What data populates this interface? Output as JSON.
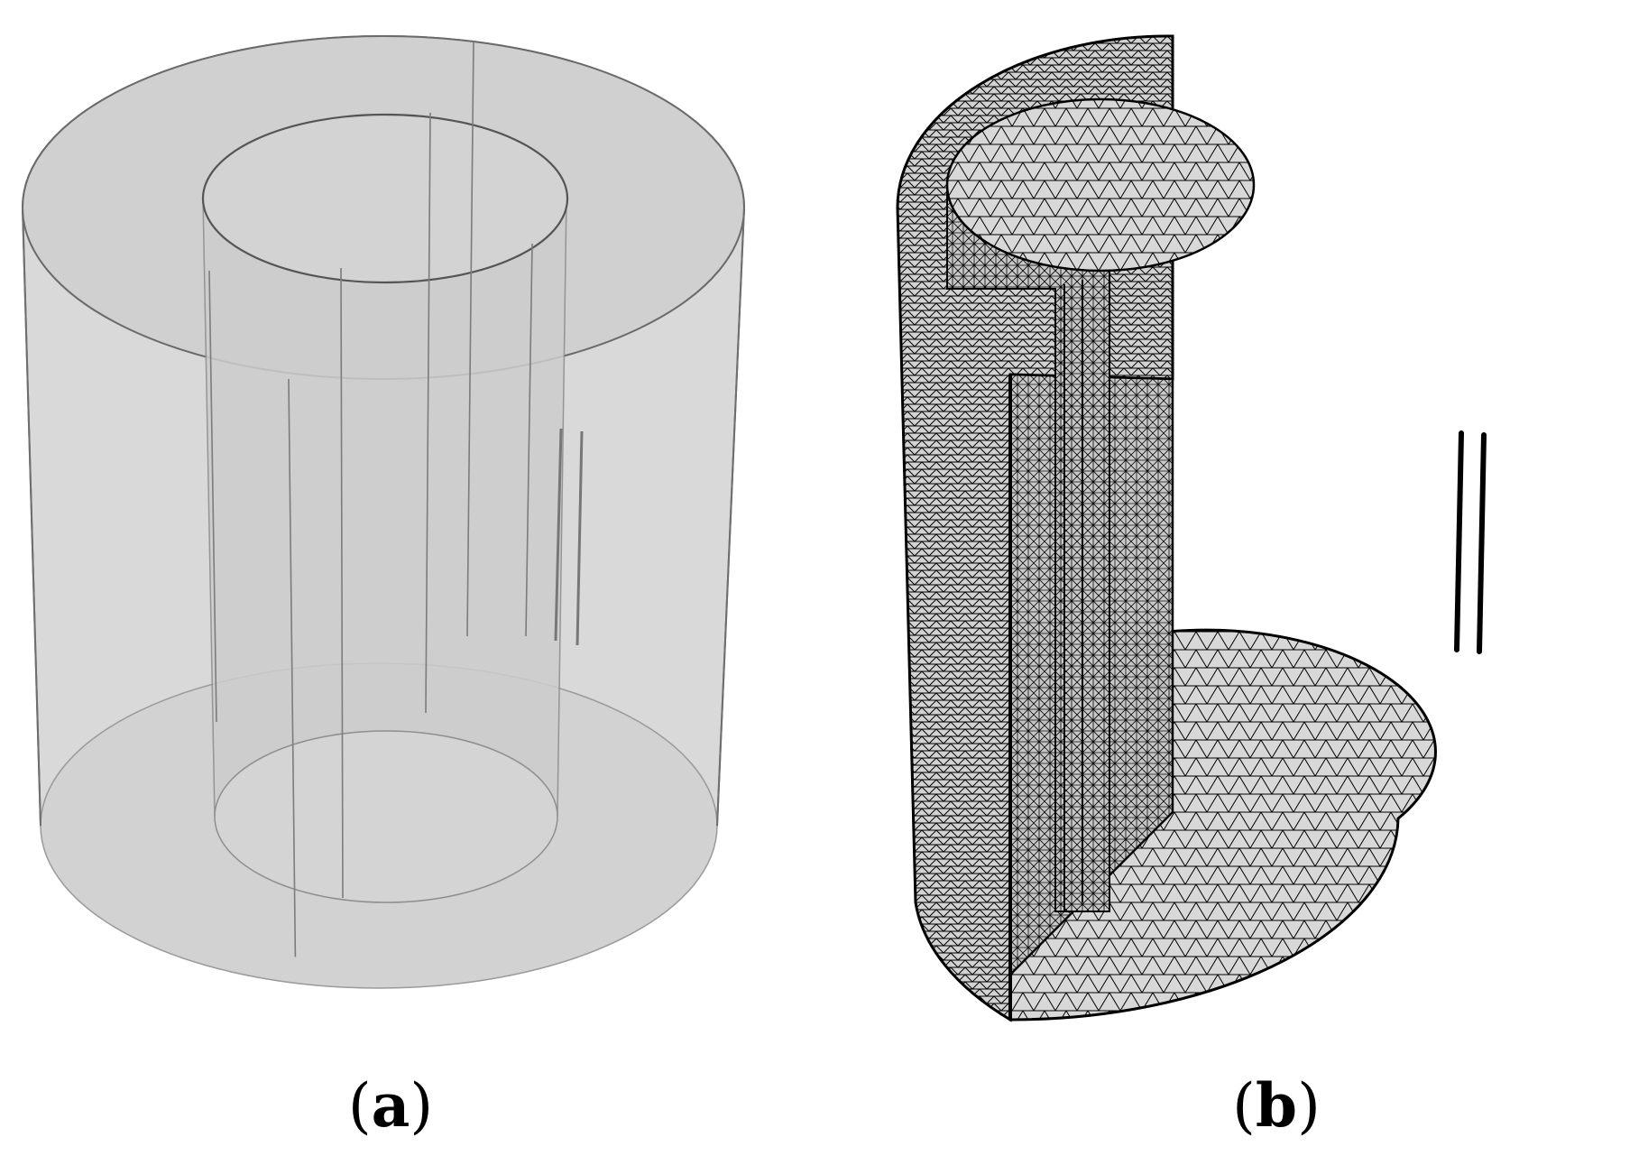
{
  "figure": {
    "panels": [
      {
        "id": "a",
        "open_paren": "(",
        "label": "a",
        "close_paren": ")",
        "fill_color": "#d6d6d6",
        "edge_color": "#6e6e6e"
      },
      {
        "id": "b",
        "open_paren": "(",
        "label": "b",
        "close_paren": ")",
        "mesh_fill_color": "#cfcfcf",
        "mesh_line_color": "#000000"
      }
    ]
  }
}
